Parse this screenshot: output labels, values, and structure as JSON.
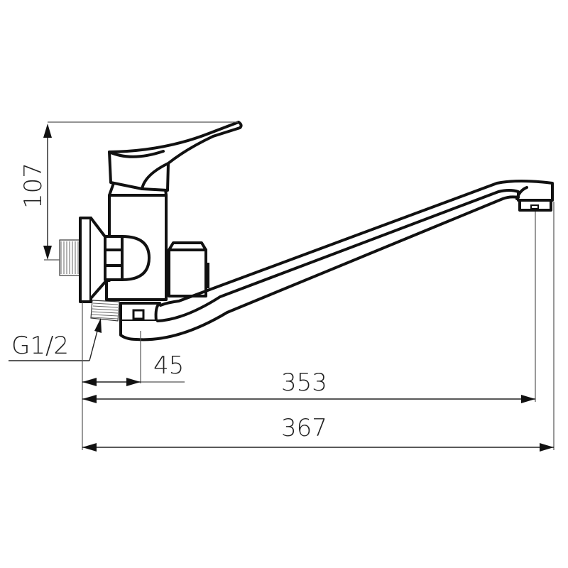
{
  "drawing": {
    "subject": "Wall-mounted single-lever faucet with long swivel spout",
    "colors": {
      "line": "#111111",
      "dimension_line": "#222222",
      "background": "#ffffff"
    }
  },
  "dimensions": {
    "height_label": "107",
    "thread_label": "G1/2",
    "offset_label": "45",
    "spout_reach_label": "353",
    "overall_length_label": "367"
  }
}
